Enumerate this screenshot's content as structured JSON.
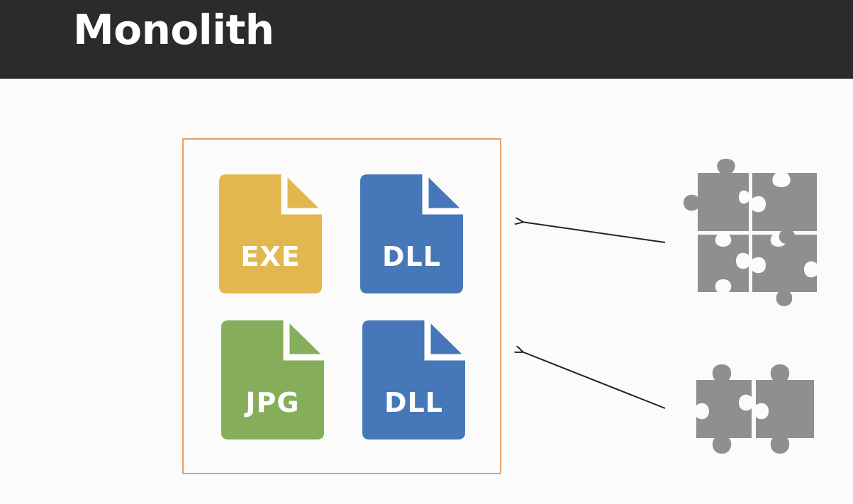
{
  "slide": {
    "title": "Monolith"
  },
  "files": [
    {
      "ext": "EXE",
      "color": "#e4b64f",
      "icon": "file-icon"
    },
    {
      "ext": "DLL",
      "color": "#4677b8",
      "icon": "file-icon"
    },
    {
      "ext": "JPG",
      "color": "#86ad59",
      "icon": "file-icon"
    },
    {
      "ext": "DLL",
      "color": "#4677b8",
      "icon": "file-icon"
    }
  ],
  "colors": {
    "title_bar": "#2b2b2b",
    "container_border": "#e6a067",
    "puzzle": "#8f8f8f",
    "arrow": "#222222"
  },
  "puzzles": [
    {
      "icon": "puzzle-four-pieces-icon"
    },
    {
      "icon": "puzzle-two-pieces-icon"
    }
  ]
}
